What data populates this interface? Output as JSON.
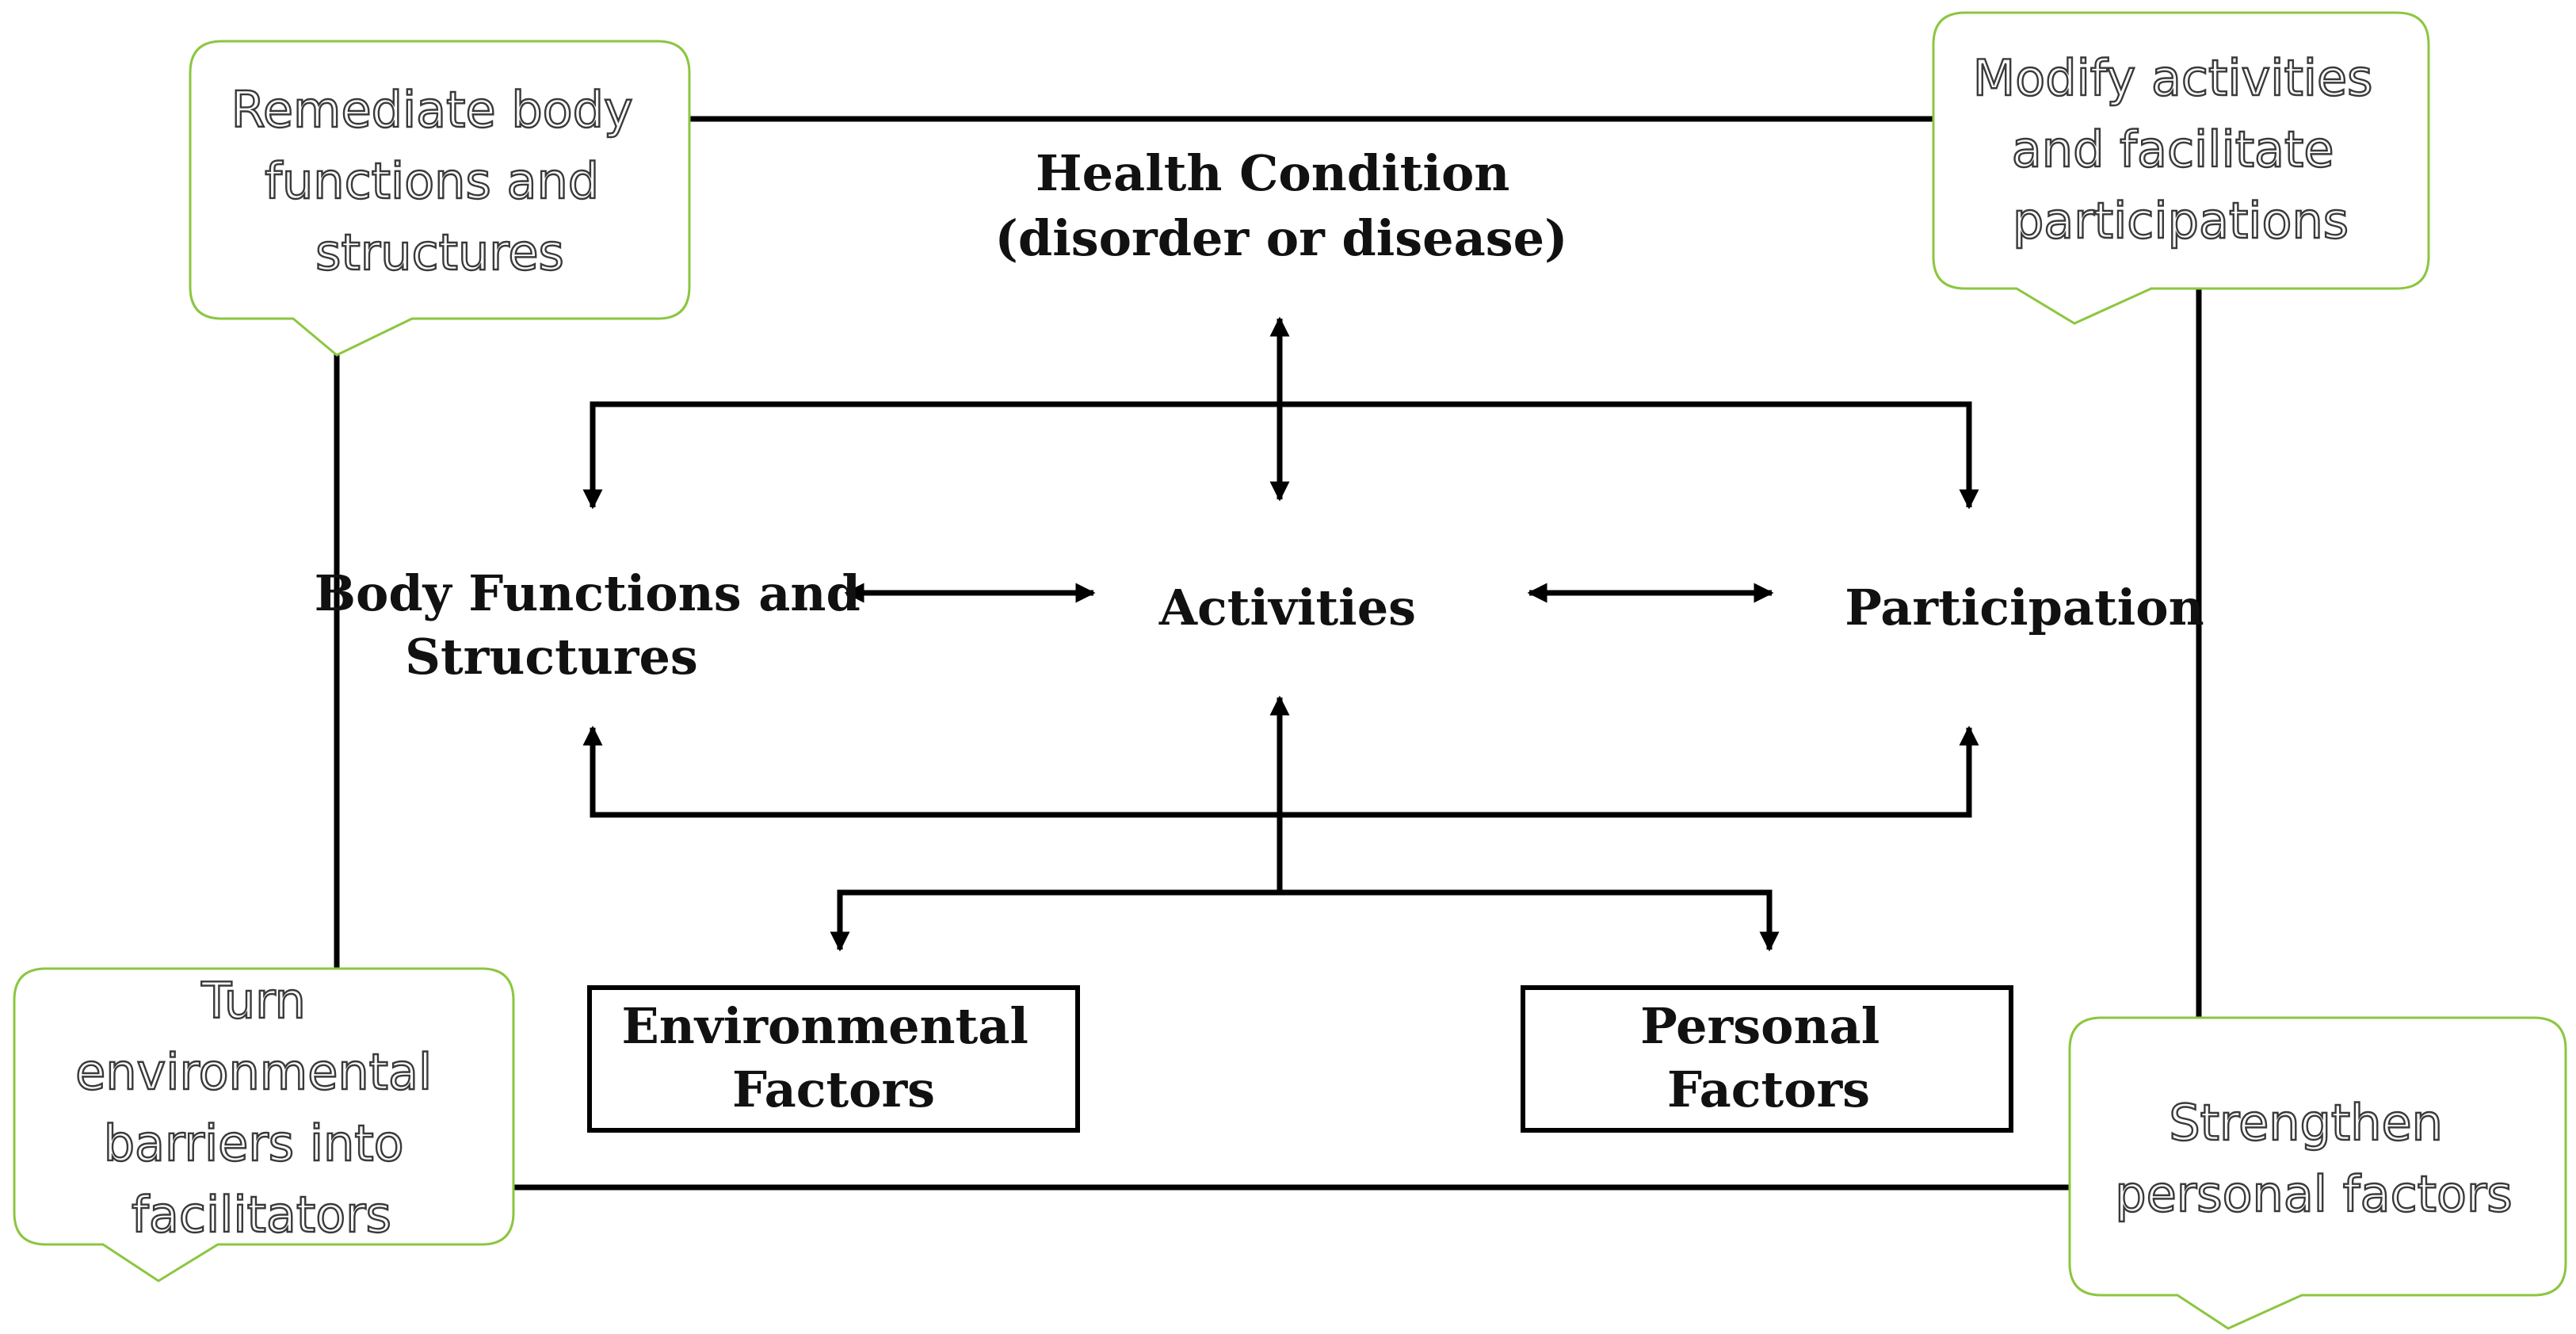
{
  "nodes": {
    "health_condition": [
      "Health Condition",
      "(disorder or disease)"
    ],
    "body_functions": [
      "Body Functions and",
      "Structures"
    ],
    "activities": [
      "Activities"
    ],
    "participation": [
      "Participation"
    ],
    "environmental_factors": [
      "Environmental",
      "Factors"
    ],
    "personal_factors": [
      "Personal",
      "Factors"
    ]
  },
  "callouts": {
    "remediate": [
      "Remediate body",
      "functions and",
      "structures"
    ],
    "modify": [
      "Modify activities",
      "and facilitate",
      "participations"
    ],
    "environmental": [
      "Turn",
      "environmental",
      "barriers into",
      "facilitators"
    ],
    "strengthen": [
      "Strengthen",
      "personal factors"
    ]
  },
  "colors": {
    "callout_border": "#8cc63f",
    "line": "#000000"
  }
}
